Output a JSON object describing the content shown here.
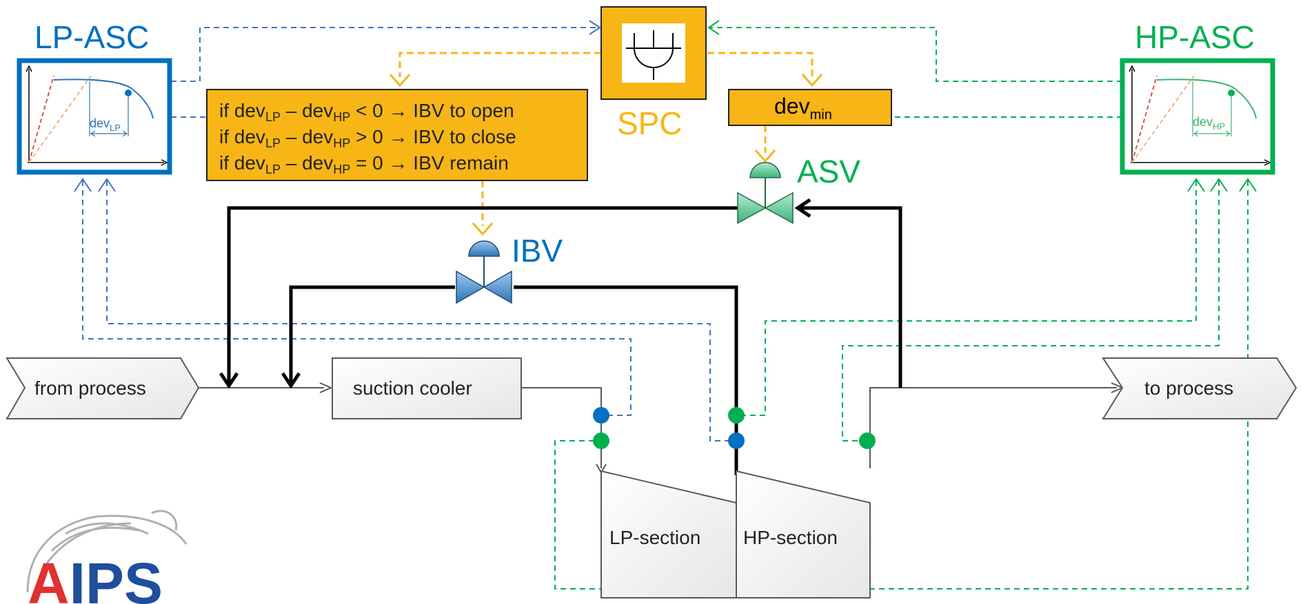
{
  "labels": {
    "lp_asc": "LP-ASC",
    "hp_asc": "HP-ASC",
    "spc": "SPC",
    "ibv": "IBV",
    "asv": "ASV",
    "dev_min_main": "dev",
    "dev_min_sub": "min",
    "dev_lp_main": "dev",
    "dev_lp_sub": "LP",
    "dev_hp_main": "dev",
    "dev_hp_sub": "HP"
  },
  "logic_box": {
    "lines": [
      {
        "p1": "if dev",
        "s1": "LP",
        "p2": " – dev",
        "s2": "HP",
        "p3": " < 0 → IBV to open"
      },
      {
        "p1": "if dev",
        "s1": "LP",
        "p2": " – dev",
        "s2": "HP",
        "p3": " > 0 → IBV to close"
      },
      {
        "p1": "if dev",
        "s1": "LP",
        "p2": " – dev",
        "s2": "HP",
        "p3": " = 0 → IBV remain"
      }
    ]
  },
  "process": {
    "from_process": "from process",
    "to_process": "to process",
    "suction_cooler": "suction cooler",
    "lp_section": "LP-section",
    "hp_section": "HP-section"
  },
  "logo": {
    "text": "AIPS"
  },
  "colors": {
    "lp_blue": "#0070c0",
    "dash_blue": "#4472c4",
    "hp_green": "#00b050",
    "spc_orange": "#f8b516",
    "line_black": "#000000"
  }
}
